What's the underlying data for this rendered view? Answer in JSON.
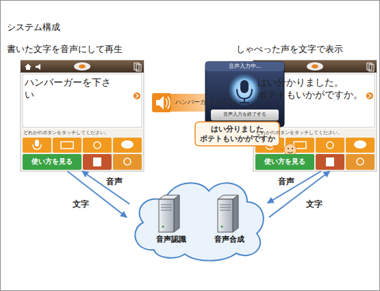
{
  "diagram": {
    "title": "システム構成",
    "nodes": [
      {
        "text": [
          "ハンバーガーを下さい",
          "どれかのボタンをタッチしてください。"
        ]
      },
      {
        "text": [
          "使い方を見る"
        ],
        "in": 0
      },
      {
        "text": [
          "ハンバーガをください"
        ]
      },
      {
        "text": [
          "音声入力中..."
        ]
      },
      {
        "text": [
          "音声入力を終了する"
        ],
        "in": 3
      },
      {
        "text": [
          "はい分りました ポテトもいかがですか"
        ]
      },
      {
        "text": [
          "はい分かりました。 ポテトもいかがですか。",
          "どれかのボタンをタッチしてください。"
        ]
      },
      {
        "text": [
          "使い方を見る"
        ],
        "in": 6
      },
      {
        "text": []
      },
      {
        "text": [
          "音声認識"
        ],
        "in": 8
      },
      {
        "text": [
          "音声合成"
        ],
        "in": 8
      }
    ],
    "edges": [
      {
        "from": 0,
        "to": 8,
        "label": "文字",
        "arrow": "to"
      },
      {
        "from": 8,
        "to": 0,
        "label": "音声",
        "arrow": "to"
      },
      {
        "from": 6,
        "to": 8,
        "label": "音声",
        "arrow": "to"
      },
      {
        "from": 8,
        "to": 6,
        "label": "文字",
        "arrow": "to"
      }
    ],
    "labels": [
      "書いた文字を音声にして再生",
      "しゃべった声を文字で表示"
    ]
  }
}
